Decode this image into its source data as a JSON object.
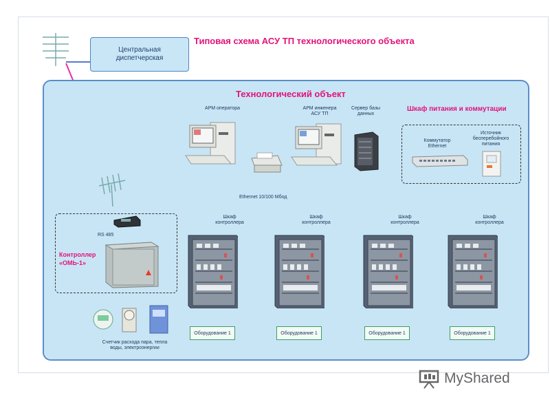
{
  "title": "Типовая схема АСУ ТП технологического объекта",
  "dispatch": {
    "line1": "Центральная",
    "line2": "диспетчерская"
  },
  "object_title": "Технологический объект",
  "workstations": {
    "operator": "АРМ оператора",
    "engineer_line1": "АРМ инженера",
    "engineer_line2": "АСУ ТП",
    "db_line1": "Сервер базы",
    "db_line2": "данных"
  },
  "power_cabinet": {
    "title": "Шкаф питания и коммутации",
    "switch_line1": "Коммутатор",
    "switch_line2": "Ethernet",
    "ups_line1": "Источник",
    "ups_line2": "бесперебойного",
    "ups_line3": "питания"
  },
  "ethernet_label": "Ethernet 10/100 Мбод",
  "controller": {
    "rs485": "RS 485",
    "name_line1": "Контроллер",
    "name_line2": "«ОМЬ-1»",
    "meters_line1": "Счетчик расхода пара, тепла",
    "meters_line2": "воды, электроэнергии"
  },
  "cabinets": [
    {
      "line1": "Шкаф",
      "line2": "контроллера",
      "equipment": "Оборудование 1"
    },
    {
      "line1": "Шкаф",
      "line2": "контроллера",
      "equipment": "Оборудование 1"
    },
    {
      "line1": "Шкаф",
      "line2": "контроллера",
      "equipment": "Оборудование 1"
    },
    {
      "line1": "Шкаф",
      "line2": "контроллера",
      "equipment": "Оборудование 1"
    }
  ],
  "watermark": "MyShared",
  "colors": {
    "accent": "#e2127a",
    "bus": "#1f4fbf",
    "ethernet": "#e8e26a",
    "panel": "#c8e5f5"
  }
}
